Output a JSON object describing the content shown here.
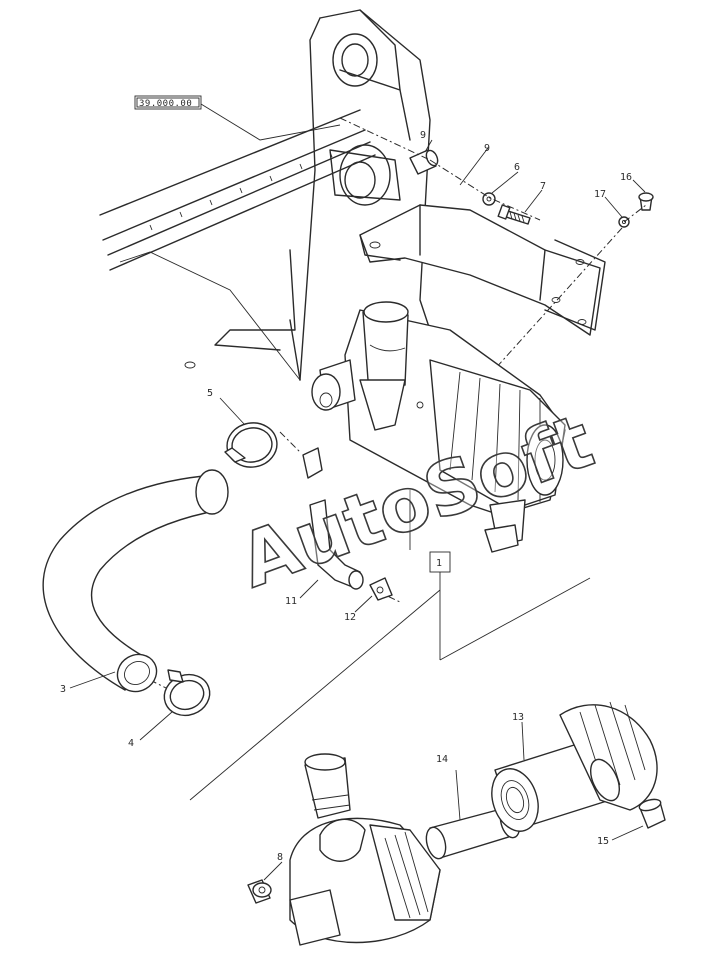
{
  "watermark": "AutoSoft",
  "reference_box": "39.000.00",
  "group_box": "1",
  "callouts": {
    "c3": "3",
    "c4": "4",
    "c5": "5",
    "c6": "6",
    "c7": "7",
    "c8": "8",
    "c9": "9",
    "c9b": "9",
    "c11": "11",
    "c12": "12",
    "c13": "13",
    "c14": "14",
    "c15": "15",
    "c16": "16",
    "c17": "17"
  }
}
